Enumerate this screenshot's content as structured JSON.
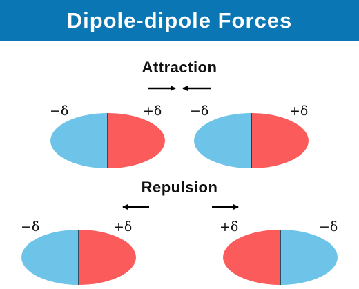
{
  "header": {
    "title": "Dipole-dipole Forces"
  },
  "sections": {
    "attraction": {
      "title": "Attraction"
    },
    "repulsion": {
      "title": "Repulsion"
    }
  },
  "charges": {
    "negative": "−δ",
    "positive": "+δ"
  },
  "colors": {
    "header_bg": "#0a76b4",
    "negative_pole": "#6ec3e8",
    "positive_pole": "#fc5b5b",
    "arrow": "#000000"
  }
}
